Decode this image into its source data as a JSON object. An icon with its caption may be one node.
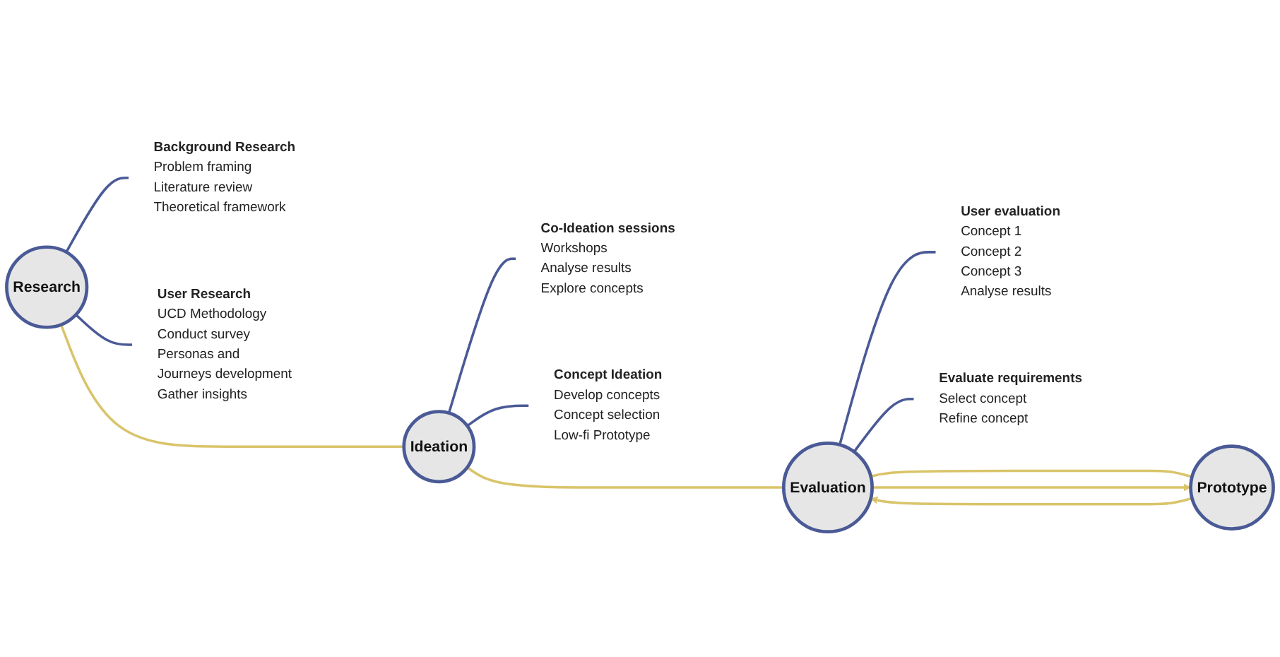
{
  "diagram": {
    "nodes": [
      {
        "text": [
          "Research"
        ]
      },
      {
        "text": [
          "Ideation"
        ]
      },
      {
        "text": [
          "Evaluation"
        ]
      },
      {
        "text": [
          "Prototype"
        ]
      },
      {
        "text": [
          "Background Research",
          "Problem framing",
          "Literature review",
          "Theoretical framework"
        ]
      },
      {
        "text": [
          "User Research",
          "UCD Methodology",
          "Conduct survey",
          "Personas and",
          "Journeys development",
          "Gather insights"
        ]
      },
      {
        "text": [
          "Co-Ideation sessions",
          "Workshops",
          "Analyse results",
          "Explore concepts"
        ]
      },
      {
        "text": [
          "Concept Ideation",
          "Develop concepts",
          "Concept selection",
          "Low-fi Prototype"
        ]
      },
      {
        "text": [
          "User evaluation",
          "Concept 1",
          "Concept 2",
          "Concept 3",
          "Analyse results"
        ]
      },
      {
        "text": [
          "Evaluate requirements",
          "Select concept",
          "Refine concept"
        ]
      }
    ],
    "edges": [
      {
        "from": 0,
        "to": 1,
        "arrow": "none",
        "color": "#d9c46a"
      },
      {
        "from": 1,
        "to": 2,
        "arrow": "none",
        "color": "#d9c46a"
      },
      {
        "from": 2,
        "to": 3,
        "arrow": "none",
        "color": "#d9c46a"
      },
      {
        "from": 3,
        "to": 2,
        "arrow": "to",
        "color": "#d9c46a"
      },
      {
        "from": 2,
        "to": 3,
        "arrow": "to",
        "color": "#d9c46a"
      },
      {
        "from": 0,
        "to": 4,
        "arrow": "none"
      },
      {
        "from": 0,
        "to": 5,
        "arrow": "none"
      },
      {
        "from": 1,
        "to": 6,
        "arrow": "none"
      },
      {
        "from": 1,
        "to": 7,
        "arrow": "none"
      },
      {
        "from": 2,
        "to": 8,
        "arrow": "none"
      },
      {
        "from": 2,
        "to": 9,
        "arrow": "none"
      }
    ]
  }
}
